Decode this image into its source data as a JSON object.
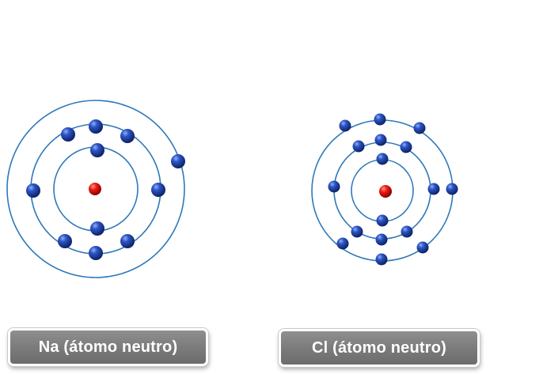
{
  "atoms": [
    {
      "symbol": "Na",
      "label": "Na (átomo neutro)",
      "shells": [
        2,
        8,
        1
      ]
    },
    {
      "symbol": "Cl",
      "label": "Cl (átomo neutro)",
      "shells": [
        2,
        8,
        7
      ]
    }
  ],
  "colors": {
    "orbit": "#2e79b8",
    "electron": "#1f3f99",
    "nucleus": "#e00000",
    "label_bg": "#7a7a7a",
    "label_text": "#ffffff"
  }
}
